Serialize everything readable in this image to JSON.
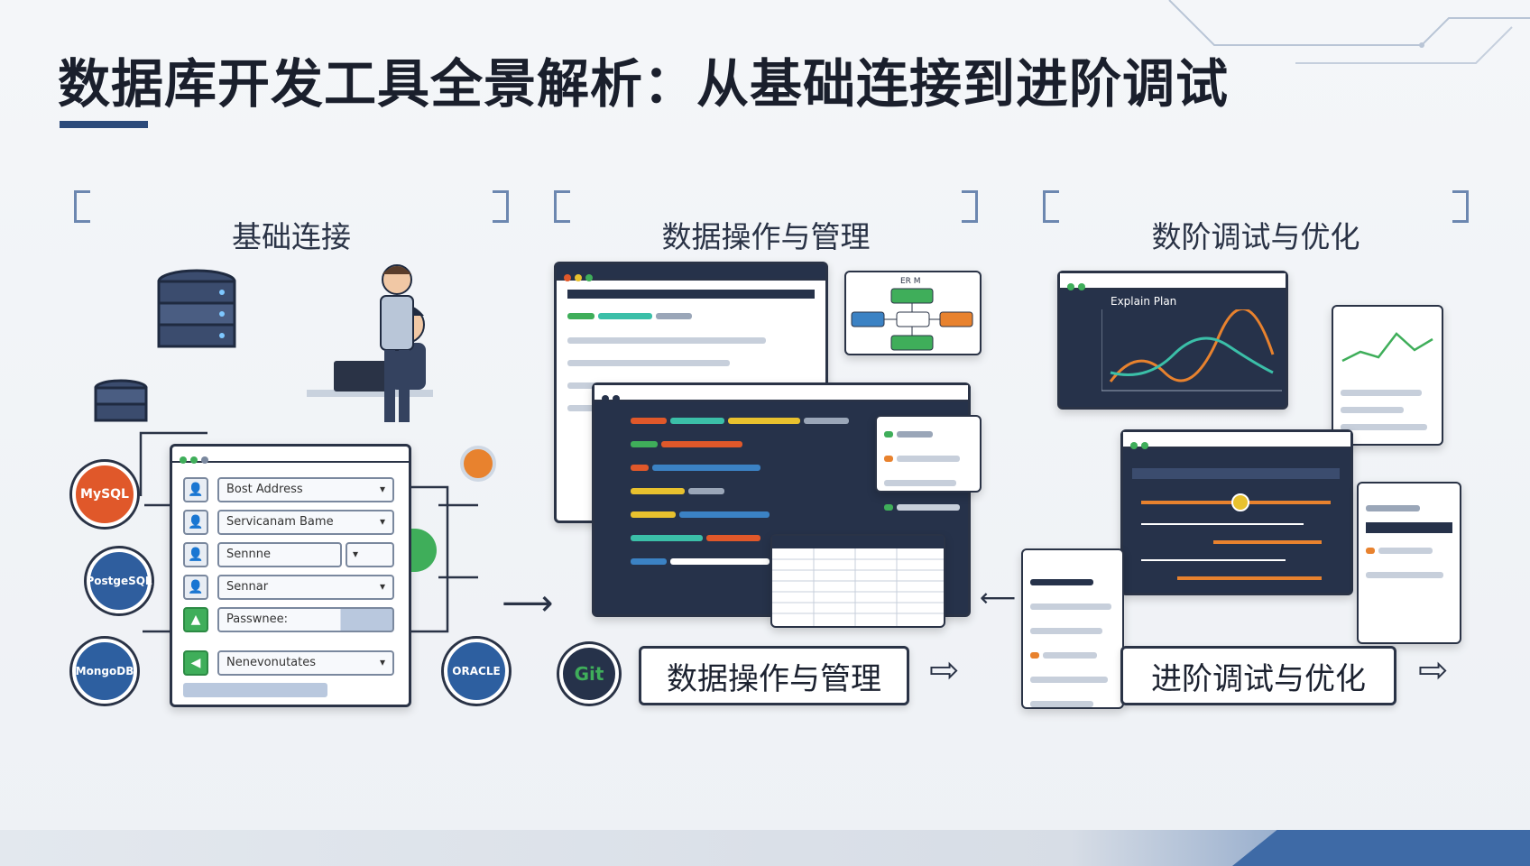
{
  "title": "数据库开发工具全景解析：从基础连接到进阶调试",
  "columns": [
    {
      "heading": "基础连接"
    },
    {
      "heading": "数据操作与管理"
    },
    {
      "heading": "数阶调试与优化"
    }
  ],
  "connection_form": {
    "rows": [
      {
        "label": "Bost Address",
        "icon": "user-icon"
      },
      {
        "label": "Servicanam Bame",
        "icon": "user-icon"
      },
      {
        "label": "Sennne",
        "icon": "user-icon"
      },
      {
        "label": "Sennar",
        "icon": "user-icon"
      },
      {
        "label": "Passwnee:",
        "icon": "shield-icon"
      },
      {
        "label": "Nenevonutates",
        "icon": "arrow-icon"
      }
    ]
  },
  "db_logos": [
    {
      "name": "MySQL",
      "color": "#e0582a"
    },
    {
      "name": "PostgeSQL",
      "color": "#2f5e9e"
    },
    {
      "name": "MongoDB",
      "color": "#2d5fa0"
    },
    {
      "name": "ORACLE",
      "color": "#2d5fa0"
    }
  ],
  "git_label": "Git",
  "explain_plan": {
    "title": "Explain Plan"
  },
  "buttons": {
    "data_ops": "数据操作与管理",
    "advanced": "进阶调试与优化"
  },
  "flow_diagram": {
    "title": "ER M"
  },
  "chart_colors": {
    "orange": "#e8822e",
    "teal": "#3bbfa8",
    "green": "#3fae5a",
    "navy": "#26324a"
  }
}
